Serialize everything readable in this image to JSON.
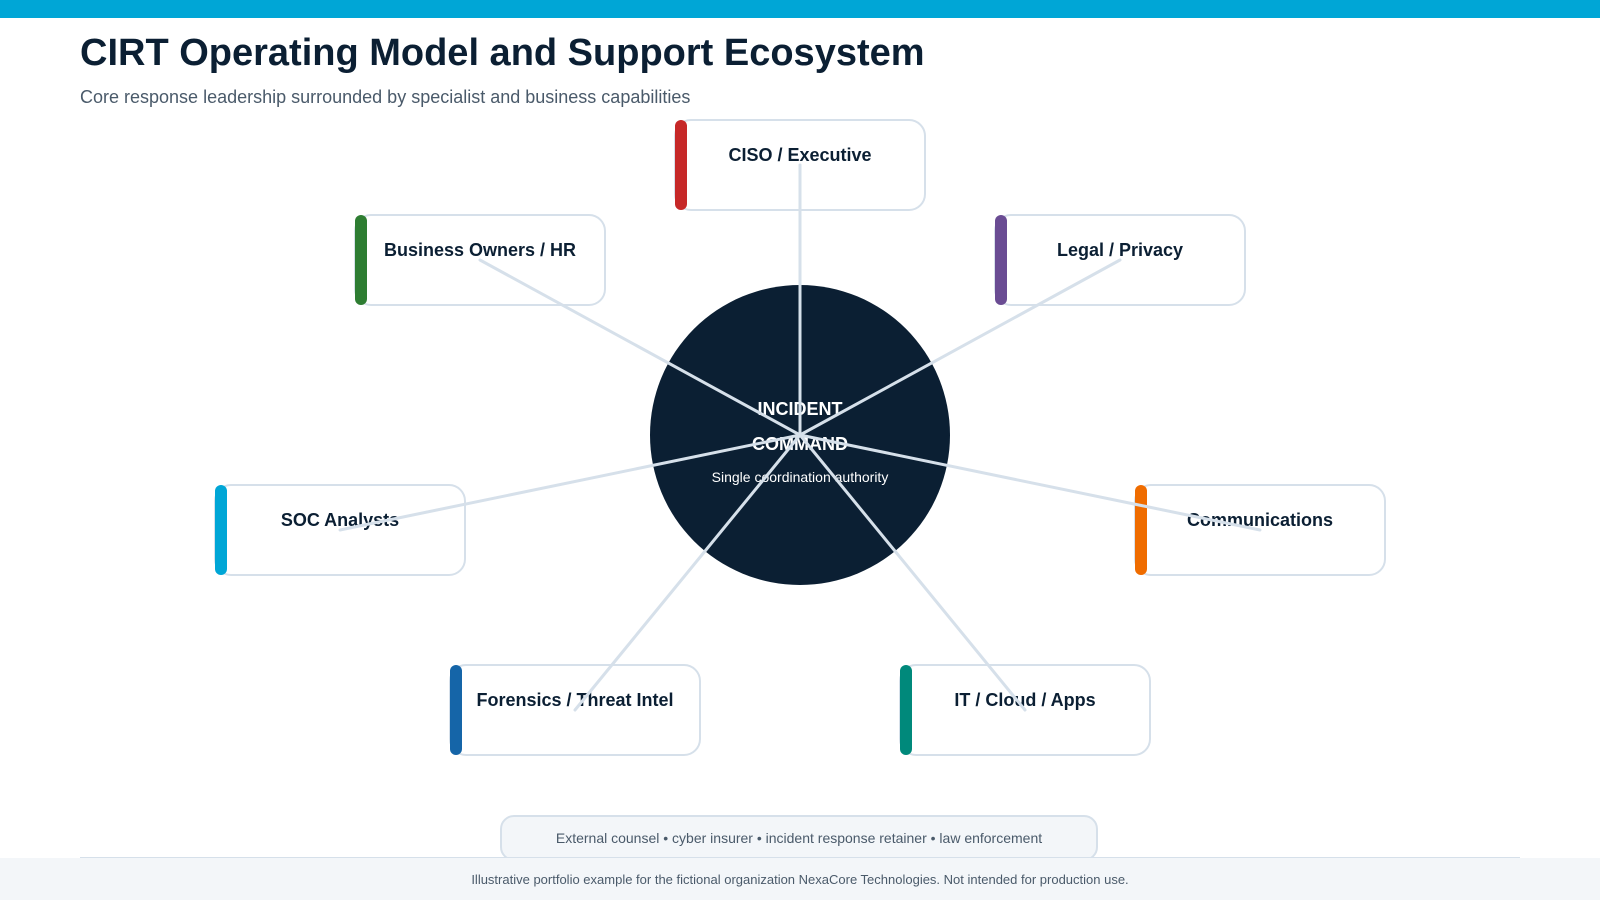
{
  "colors": {
    "accent": "#00a6d6",
    "hub": "#0b1f33",
    "connector": "#d6e0ea"
  },
  "header": {
    "title": "CIRT Operating Model and Support Ecosystem",
    "subtitle": "Core response leadership surrounded by specialist and business capabilities"
  },
  "hub": {
    "title_line1": "INCIDENT",
    "title_line2": "COMMAND",
    "subtitle": "Single coordination authority"
  },
  "nodes": [
    {
      "id": "ciso-executive",
      "label": "CISO / Executive",
      "color": "#c62828"
    },
    {
      "id": "business-owners-hr",
      "label": "Business Owners / HR",
      "color": "#2e7d32"
    },
    {
      "id": "legal-privacy",
      "label": "Legal / Privacy",
      "color": "#6a4c93"
    },
    {
      "id": "soc-analysts",
      "label": "SOC Analysts",
      "color": "#00a6d6"
    },
    {
      "id": "communications",
      "label": "Communications",
      "color": "#ef6c00"
    },
    {
      "id": "forensics-threat-intel",
      "label": "Forensics / Threat Intel",
      "color": "#1565a8"
    },
    {
      "id": "it-cloud-apps",
      "label": "IT / Cloud / Apps",
      "color": "#00897b"
    }
  ],
  "external": {
    "text": "External counsel • cyber insurer • incident response retainer • law enforcement"
  },
  "footer": {
    "text": "Illustrative portfolio example for the fictional organization NexaCore Technologies. Not intended for production use."
  }
}
